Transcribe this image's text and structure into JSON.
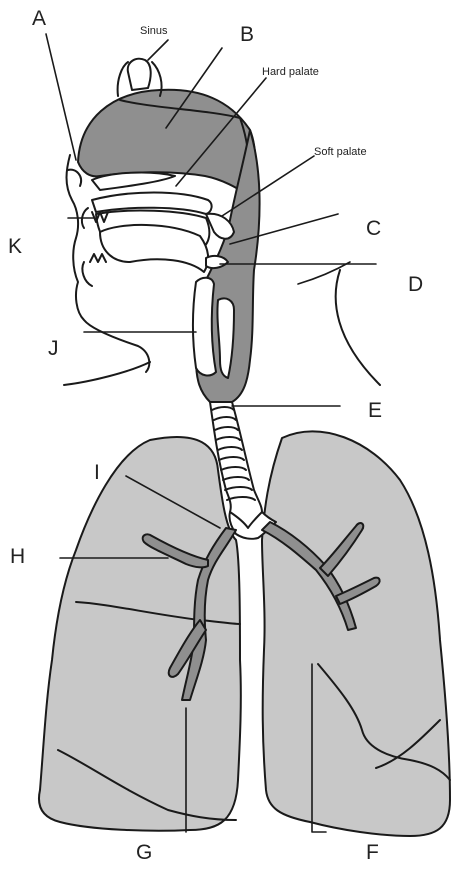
{
  "diagram": {
    "annotations": {
      "sinus": "Sinus",
      "hard_palate": "Hard palate",
      "soft_palate": "Soft palate"
    },
    "labels": {
      "A": "A",
      "B": "B",
      "C": "C",
      "D": "D",
      "E": "E",
      "F": "F",
      "G": "G",
      "H": "H",
      "I": "I",
      "J": "J",
      "K": "K"
    },
    "colors": {
      "lung_fill": "#c8c8c8",
      "airway_fill": "#8f8f8f",
      "outline": "#1a1a1a",
      "background": "#ffffff"
    }
  }
}
